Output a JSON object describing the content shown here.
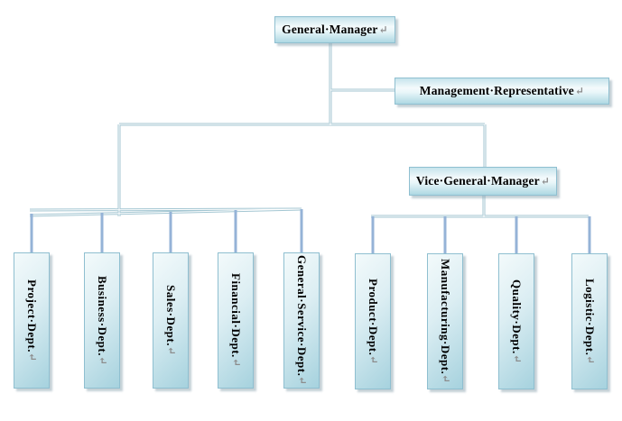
{
  "colors": {
    "tree_line": "#a3c6d2",
    "drop_line": "#95b3d7",
    "box_border": "#8fbfd0",
    "mark_color": "#8c8c8c",
    "text_color": "#000000",
    "box_fill_light": "#f4fafc",
    "box_fill_deep": "#a6d2de"
  },
  "marks": {
    "paragraph": "↵"
  },
  "org": {
    "root": {
      "label": "General·Manager"
    },
    "staff": {
      "label": "Management·Representative"
    },
    "vice": {
      "label": "Vice·General·Manager"
    },
    "left_departments": [
      {
        "label": "Project·Dept."
      },
      {
        "label": "Business·Dept."
      },
      {
        "label": "Sales·Dept."
      },
      {
        "label": "Financial·Dept."
      },
      {
        "label": "General·Service·Dept."
      }
    ],
    "right_departments": [
      {
        "label": "Product·Dept."
      },
      {
        "label": "Manufacturing·Dept."
      },
      {
        "label": "Quality·Dept."
      },
      {
        "label": "Logistic·Dept."
      }
    ]
  }
}
